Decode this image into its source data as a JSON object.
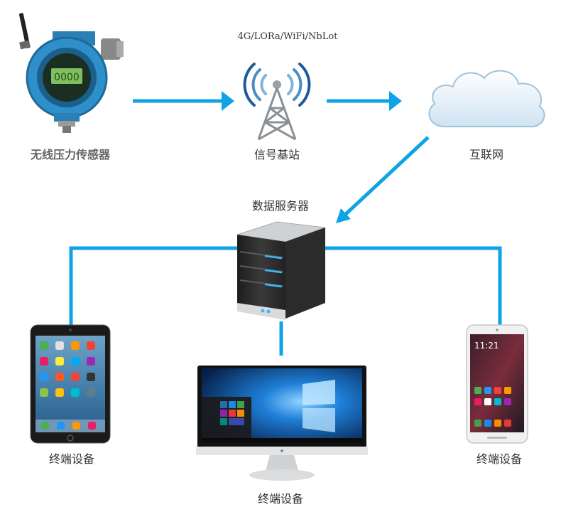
{
  "protocol_label": "4G/LORa/WiFi/NbLot",
  "nodes": {
    "sensor": "无线压力传感器",
    "base_station": "信号基站",
    "internet": "互联网",
    "server": "数据服务器",
    "terminal_left": "终端设备",
    "terminal_center": "终端设备",
    "terminal_right": "终端设备"
  },
  "device_text": {
    "sensor_display": "0000",
    "phone_time": "11:21"
  },
  "colors": {
    "connector": "#0fa3e6",
    "sensor_body": "#2f8fc9",
    "server_glow": "#39b8ff"
  }
}
